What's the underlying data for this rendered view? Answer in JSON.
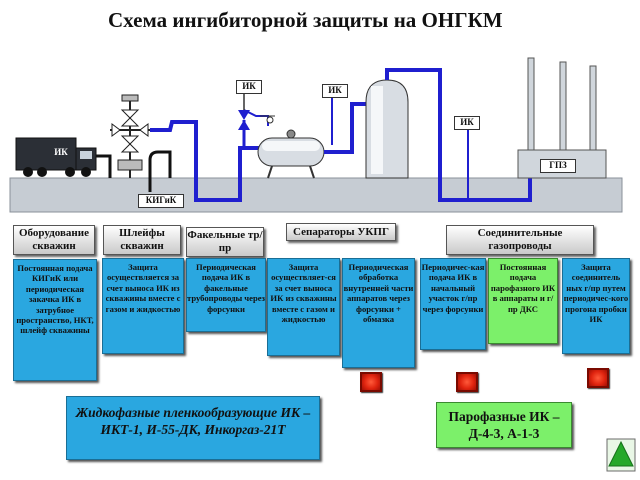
{
  "title": "Схема ингибиторной защиты на ОНГКМ",
  "plant_tags": {
    "truck": "ИК",
    "kigik": "КИГиК",
    "ik_flare": "ИК",
    "ik_separator": "ИК",
    "ik_pipeline": "ИК",
    "gpz": "ГПЗ"
  },
  "headers": [
    "Оборудование скважин",
    "Шлейфы скважин",
    "Факельные тр/пр",
    "Сепараторы УКПГ",
    "Соединительные газопроводы"
  ],
  "boxes": [
    "Постоянная подача КИГиК или периодическая закачка ИК в затрубное пространство, НКТ, шлейф скважины",
    "Защита осуществляется за счет выноса ИК из скважины вместе с газом и жидкостью",
    "Периодическая подача ИК в факельные трубопроводы через форсунки",
    "Защита осуществляет-ся за счет выноса ИК из скважины вместе с газом и жидкостью",
    "Периодическая обработка внутренней части аппаратов через форсунки + обмазка",
    "Периодичес-кая подача ИК в начальный участок г/пр через форсунки",
    "Постоянная подача парофазного ИК в аппараты и г/пр ДКС",
    "Защита соединитель ных г/пр путем периодичес-кого прогона пробки ИК"
  ],
  "legend": {
    "liquid": "Жидкофазные пленкообразующие ИК – ИКТ-1, И-55-ДК, Инкоргаз-21Т",
    "vapor": "Парофазные ИК – Д-4-3, А-1-3"
  },
  "colors": {
    "ground": "#c6ccd3",
    "pipe_blue": "#1f1fcf",
    "box_blue": "#2aa7e0",
    "box_green": "#7cf06a",
    "button_red": "#e0240f",
    "nav_green": "#26a82a"
  }
}
